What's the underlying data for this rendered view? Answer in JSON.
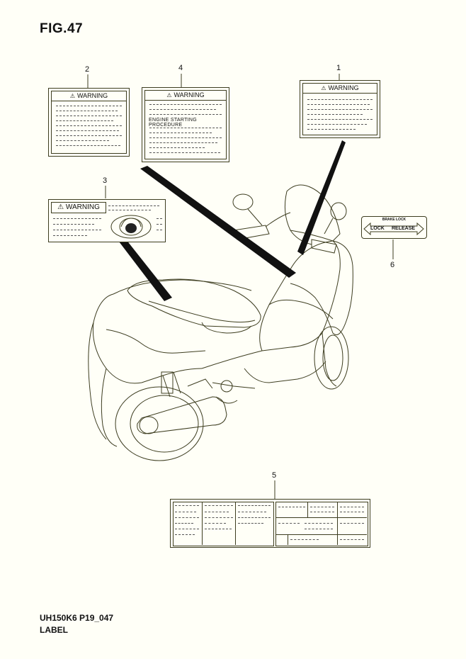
{
  "figure": {
    "title": "FIG.47",
    "code": "UH150K6 P19_047",
    "section": "LABEL"
  },
  "callouts": [
    "1",
    "2",
    "3",
    "4",
    "5",
    "6"
  ],
  "labels": {
    "label1": {
      "heading": "WARNING"
    },
    "label2": {
      "heading": "WARNING"
    },
    "label3": {
      "heading": "WARNING"
    },
    "label4": {
      "heading": "WARNING",
      "subtitle": "ENGINE STARTING PROCEDURE"
    },
    "label6": {
      "top": "BRAKE LOCK",
      "left": "LOCK",
      "right": "RELEASE"
    }
  },
  "colors": {
    "line": "#3d3d20",
    "paper": "#fffff7"
  }
}
